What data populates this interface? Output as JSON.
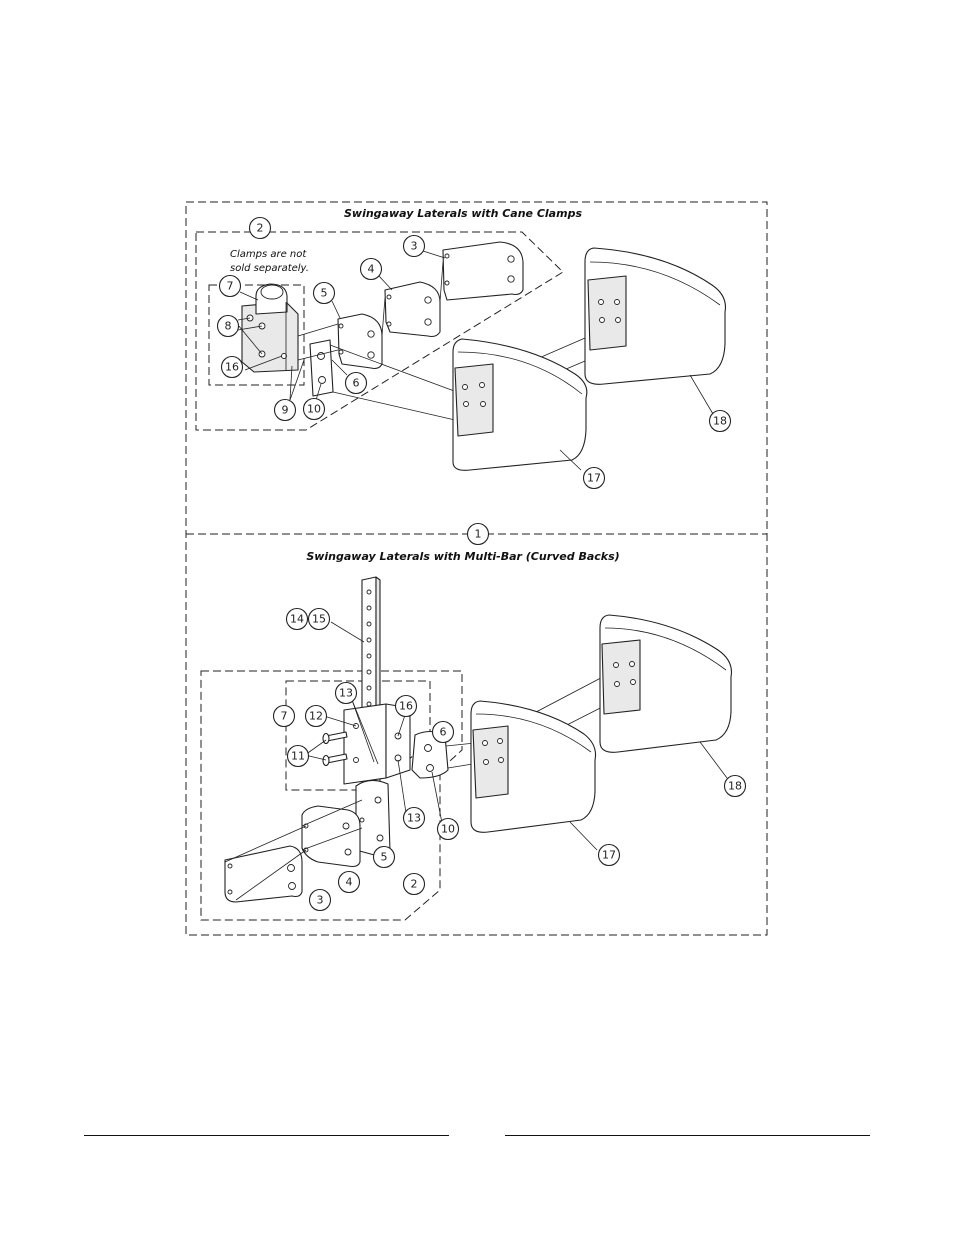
{
  "diagram": {
    "top_title": "Swingaway Laterals with Cane Clamps",
    "bottom_title": "Swingaway Laterals with Multi-Bar (Curved Backs)",
    "note_line1": "Clamps are not",
    "note_line2": "sold separately.",
    "top_callouts": {
      "c1": "1",
      "c2": "2",
      "c3": "3",
      "c4": "4",
      "c5": "5",
      "c6": "6",
      "c7": "7",
      "c8": "8",
      "c9": "9",
      "c10": "10",
      "c16": "16",
      "c17": "17",
      "c18": "18"
    },
    "bottom_callouts": {
      "c14": "14",
      "c15": "15",
      "c13a": "13",
      "c12": "12",
      "c7": "7",
      "c16": "16",
      "c6": "6",
      "c11": "11",
      "c13b": "13",
      "c10": "10",
      "c17": "17",
      "c18": "18",
      "c5": "5",
      "c4": "4",
      "c3": "3",
      "c2": "2"
    }
  }
}
